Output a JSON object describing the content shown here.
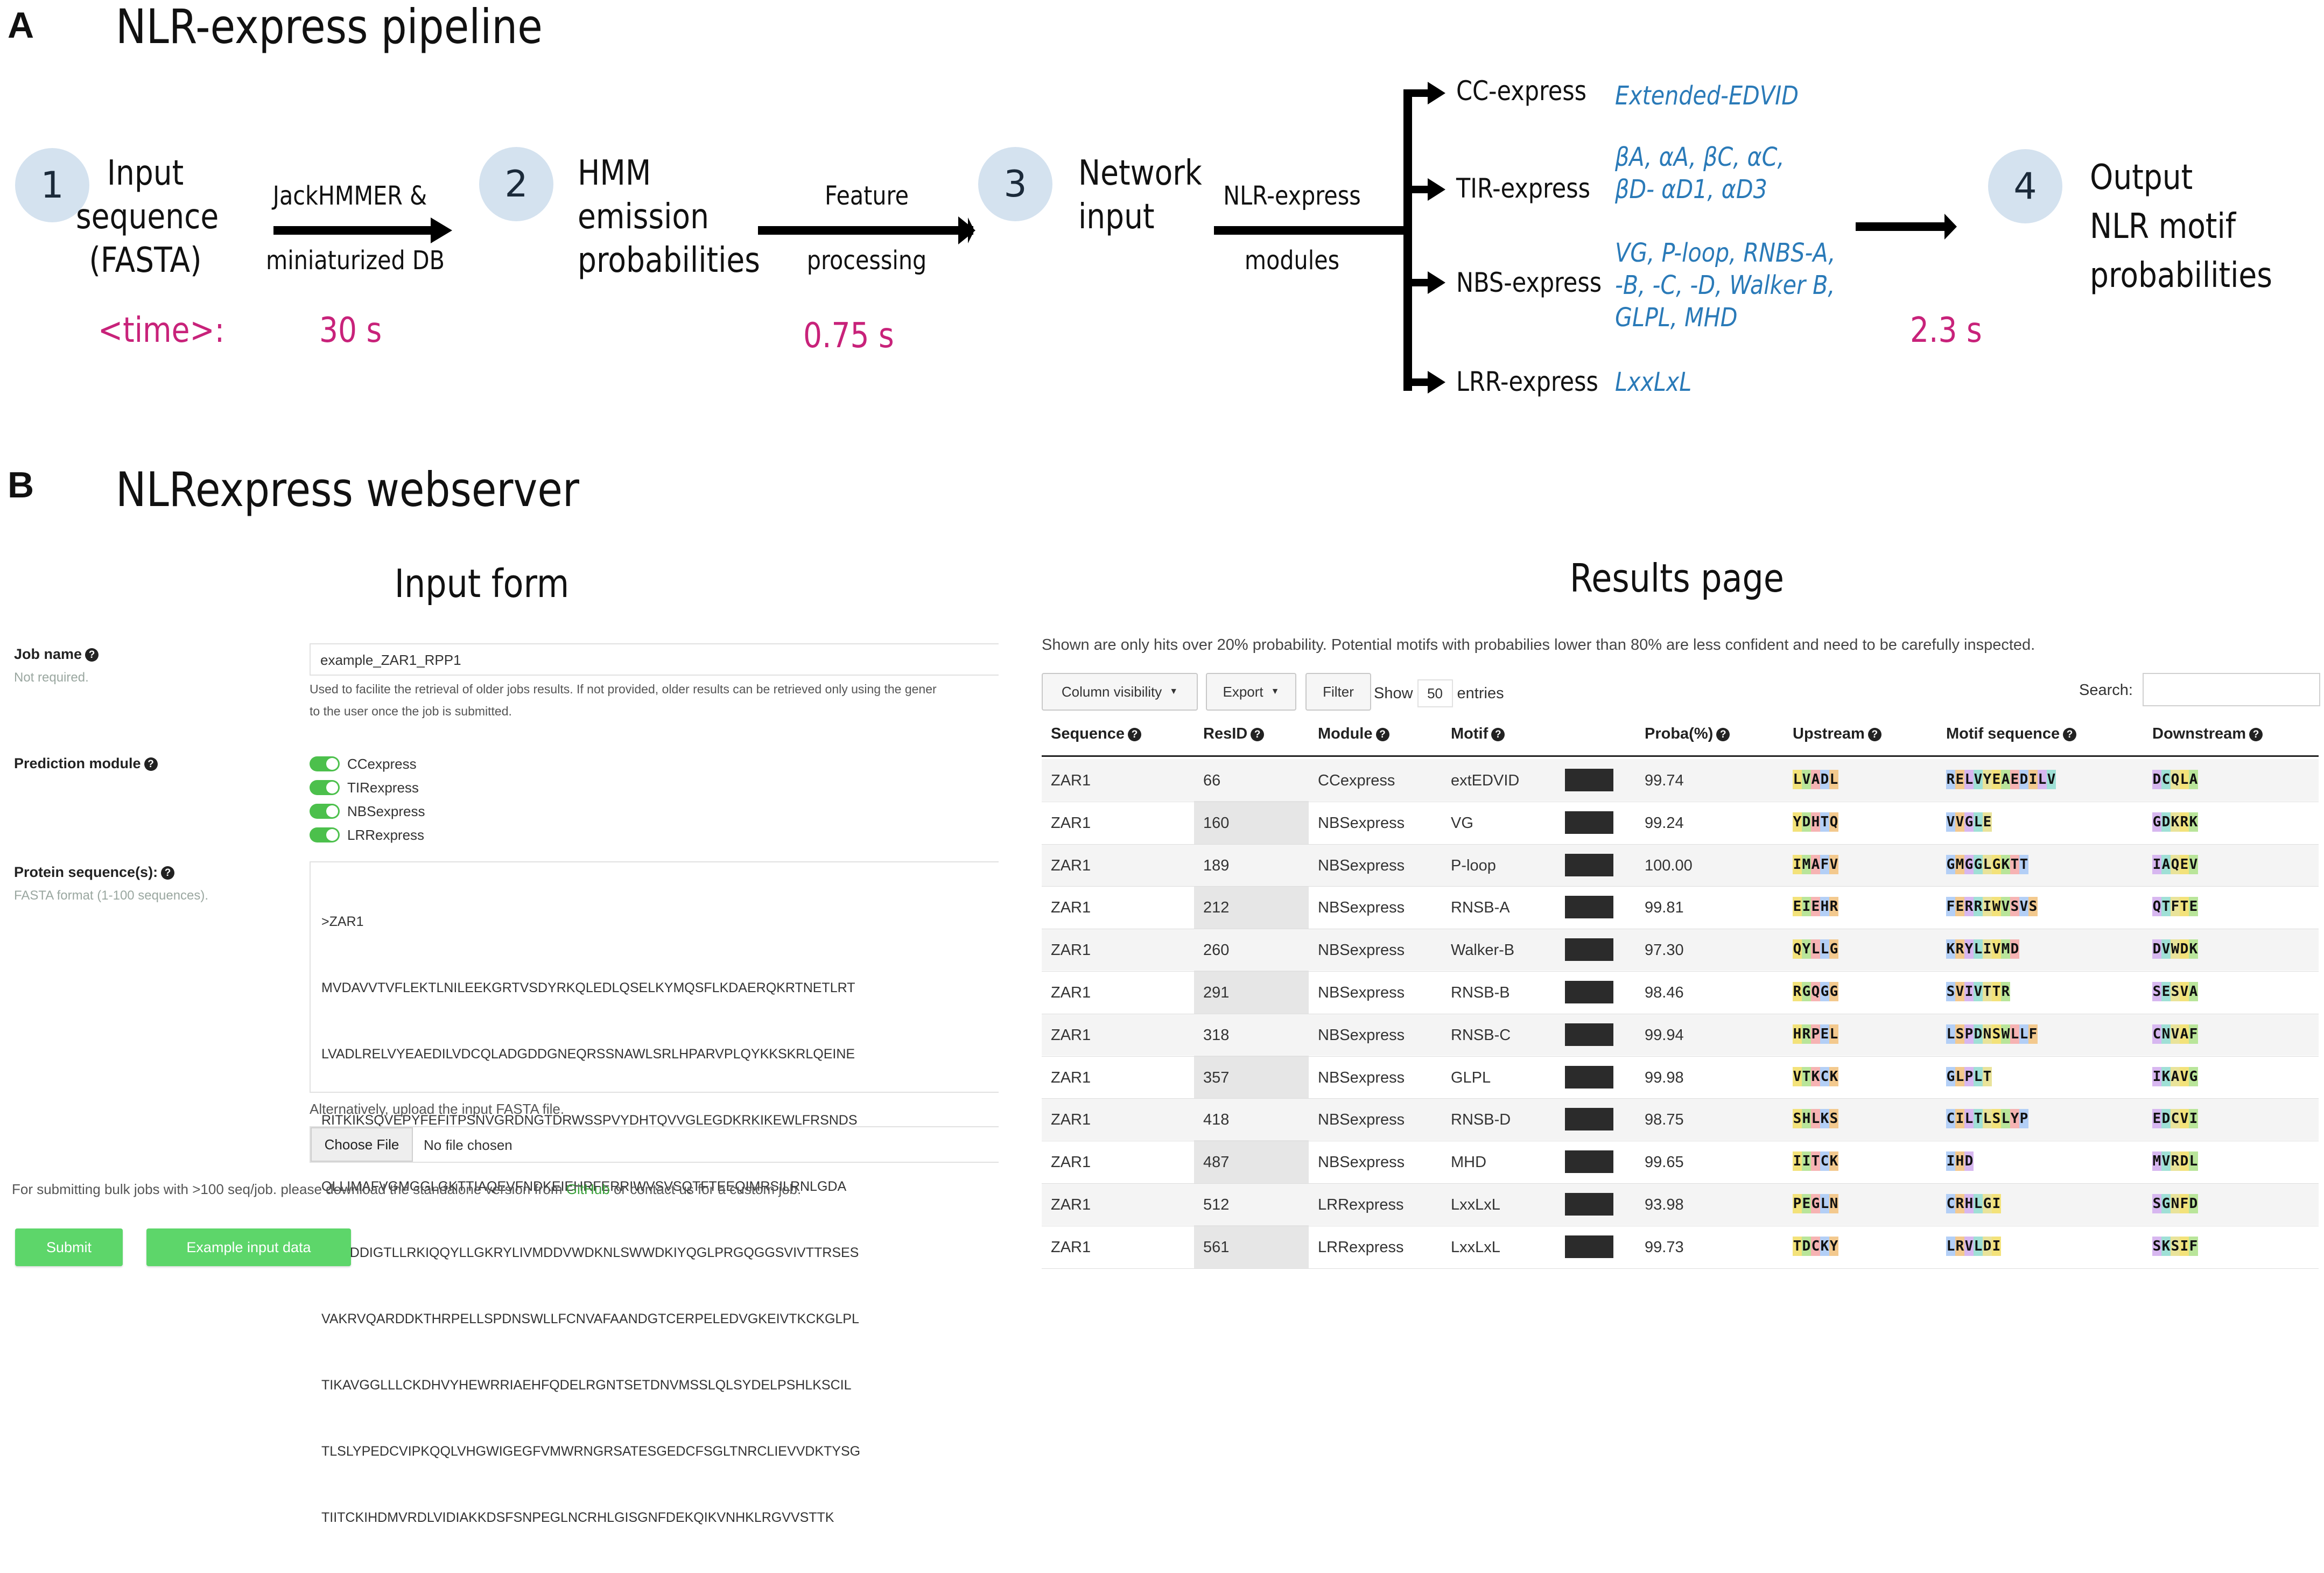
{
  "panel_a": {
    "letter": "A",
    "title": "NLR-express pipeline",
    "steps": [
      {
        "num": "1",
        "lines": [
          "Input",
          "sequence",
          "(FASTA)"
        ]
      },
      {
        "num": "2",
        "lines": [
          "HMM",
          "emission",
          "probabilities"
        ]
      },
      {
        "num": "3",
        "lines": [
          "Network",
          "input"
        ]
      },
      {
        "num": "4",
        "lines": [
          "Output",
          "NLR motif",
          "probabilities"
        ]
      }
    ],
    "arrows": [
      {
        "top": "JackHMMER &",
        "bottom": "miniaturized DB"
      },
      {
        "top": "Feature",
        "bottom": "processing"
      },
      {
        "top": "NLR-express",
        "bottom": "modules"
      }
    ],
    "time_label": "<time>:",
    "times": [
      "30 s",
      "0.75 s",
      "2.3 s"
    ],
    "modules": [
      {
        "name": "CC-express",
        "motifs": [
          "Extended-EDVID"
        ]
      },
      {
        "name": "TIR-express",
        "motifs": [
          "βA, αA, βC, αC,",
          "βD- αD1, αD3"
        ]
      },
      {
        "name": "NBS-express",
        "motifs": [
          "VG, P-loop, RNBS-A,",
          "-B, -C, -D, Walker B,",
          "GLPL, MHD"
        ]
      },
      {
        "name": "LRR-express",
        "motifs": [
          "LxxLxL"
        ]
      }
    ],
    "colors": {
      "time": "#c8227a",
      "motif": "#2a7ab8",
      "circle": "#d4e2ef"
    }
  },
  "panel_b": {
    "letter": "B",
    "title": "NLRexpress webserver",
    "input_form": {
      "heading": "Input form",
      "job_name": {
        "label": "Job name",
        "hint": "Not required.",
        "value": "example_ZAR1_RPP1",
        "help_line1": "Used to facilite the retrieval of older jobs results. If not provided, older results can be retrieved only using the gener",
        "help_line2": "to the user once the job is submitted."
      },
      "prediction_module": {
        "label": "Prediction module",
        "options": [
          "CCexpress",
          "TIRexpress",
          "NBSexpress",
          "LRRexpress"
        ]
      },
      "protein_sequences": {
        "label": "Protein sequence(s):",
        "hint": "FASTA format (1-100 sequences).",
        "lines": [
          ">ZAR1",
          "MVDAVVTVFLEKTLNILEEKGRTVSDYRKQLEDLQSELKYMQSFLKDAERQKRTNETLRT",
          "LVADLRELVYEAEDILVDCQLADGDDGNEQRSSNAWLSRLHPARVPLQYKKSKRLQEINE",
          "RITKIKSQVEPYFEFITPSNVGRDNGTDRWSSPVYDHTQVVGLEGDKRKIKEWLFRSNDS",
          "QLLIMAFVGMGGLGKTTIAQEVFNDKEIEHRFERRIWVSVSQTFTEEQIMRSILRNLGDA",
          "SVGDDIGTLLRKIQQYLLGKRYLIVMDDVWDKNLSWWDKIYQGLPRGQGGSVIVTTRSES",
          "VAKRVQARDDKTHRPELLSPDNSWLLFCNVAFAANDGTCERPELEDVGKEIVTKCKGLPL",
          "TIKAVGGLLLCKDHVYHEWRRIAEHFQDELRGNTSETDNVMSSLQLSYDELPSHLKSCIL",
          "TLSLYPEDCVIPKQQLVHGWIGEGFVMWRNGRSATESGEDCFSGLTNRCLIEVVDKTYSG",
          "TIITCKIHDMVRDLVIDIAKKDSFSNPEGLNCRHLGISGNFDEKQIKVNHKLRGVVSTTK"
        ],
        "upload_note": "Alternatively, upload the input FASTA file.",
        "choose_file": "Choose File",
        "no_file": "No file chosen"
      },
      "bulk_note_before": "For submitting bulk jobs with >100 seq/job. please download the standalone version from",
      "github_link": "GitHub",
      "bulk_note_after": "or contact us for a custom job.",
      "submit": "Submit",
      "example": "Example input data"
    },
    "results": {
      "heading": "Results page",
      "notice": "Shown are only hits over 20% probability. Potential motifs with probabilies lower than 80% are less confident and need to be carefully inspected.",
      "buttons": {
        "column_visibility": "Column visibility",
        "export": "Export",
        "filter": "Filter"
      },
      "show_label": "Show",
      "show_value": "50",
      "entries_label": "entries",
      "search_label": "Search:",
      "columns": [
        "Sequence",
        "ResID",
        "Module",
        "Motif",
        "Proba(%)",
        "Upstream",
        "Motif sequence",
        "Downstream"
      ],
      "rows": [
        {
          "sequence": "ZAR1",
          "resid": "66",
          "module": "CCexpress",
          "motif": "extEDVID",
          "proba": "99.74",
          "upstream": "LVADL",
          "motif_seq": "RELVYEAEDILV",
          "downstream": "DCQLA"
        },
        {
          "sequence": "ZAR1",
          "resid": "160",
          "module": "NBSexpress",
          "motif": "VG",
          "proba": "99.24",
          "upstream": "YDHTQ",
          "motif_seq": "VVGLE",
          "downstream": "GDKRK"
        },
        {
          "sequence": "ZAR1",
          "resid": "189",
          "module": "NBSexpress",
          "motif": "P-loop",
          "proba": "100.00",
          "upstream": "IMAFV",
          "motif_seq": "GMGGLGKTT",
          "downstream": "IAQEV"
        },
        {
          "sequence": "ZAR1",
          "resid": "212",
          "module": "NBSexpress",
          "motif": "RNSB-A",
          "proba": "99.81",
          "upstream": "EIEHR",
          "motif_seq": "FERRIWVSVS",
          "downstream": "QTFTE"
        },
        {
          "sequence": "ZAR1",
          "resid": "260",
          "module": "NBSexpress",
          "motif": "Walker-B",
          "proba": "97.30",
          "upstream": "QYLLG",
          "motif_seq": "KRYLIVMD",
          "downstream": "DVWDK"
        },
        {
          "sequence": "ZAR1",
          "resid": "291",
          "module": "NBSexpress",
          "motif": "RNSB-B",
          "proba": "98.46",
          "upstream": "RGQGG",
          "motif_seq": "SVIVTTR",
          "downstream": "SESVA"
        },
        {
          "sequence": "ZAR1",
          "resid": "318",
          "module": "NBSexpress",
          "motif": "RNSB-C",
          "proba": "99.94",
          "upstream": "HRPEL",
          "motif_seq": "LSPDNSWLLF",
          "downstream": "CNVAF"
        },
        {
          "sequence": "ZAR1",
          "resid": "357",
          "module": "NBSexpress",
          "motif": "GLPL",
          "proba": "99.98",
          "upstream": "VTKCK",
          "motif_seq": "GLPLT",
          "downstream": "IKAVG"
        },
        {
          "sequence": "ZAR1",
          "resid": "418",
          "module": "NBSexpress",
          "motif": "RNSB-D",
          "proba": "98.75",
          "upstream": "SHLKS",
          "motif_seq": "CILTLSLYP",
          "downstream": "EDCVI"
        },
        {
          "sequence": "ZAR1",
          "resid": "487",
          "module": "NBSexpress",
          "motif": "MHD",
          "proba": "99.65",
          "upstream": "IITCK",
          "motif_seq": "IHD",
          "downstream": "MVRDL"
        },
        {
          "sequence": "ZAR1",
          "resid": "512",
          "module": "LRRexpress",
          "motif": "LxxLxL",
          "proba": "93.98",
          "upstream": "PEGLN",
          "motif_seq": "CRHLGI",
          "downstream": "SGNFD"
        },
        {
          "sequence": "ZAR1",
          "resid": "561",
          "module": "LRRexpress",
          "motif": "LxxLxL",
          "proba": "99.73",
          "upstream": "TDCKY",
          "motif_seq": "LRVLDI",
          "downstream": "SKSIF"
        }
      ]
    }
  }
}
